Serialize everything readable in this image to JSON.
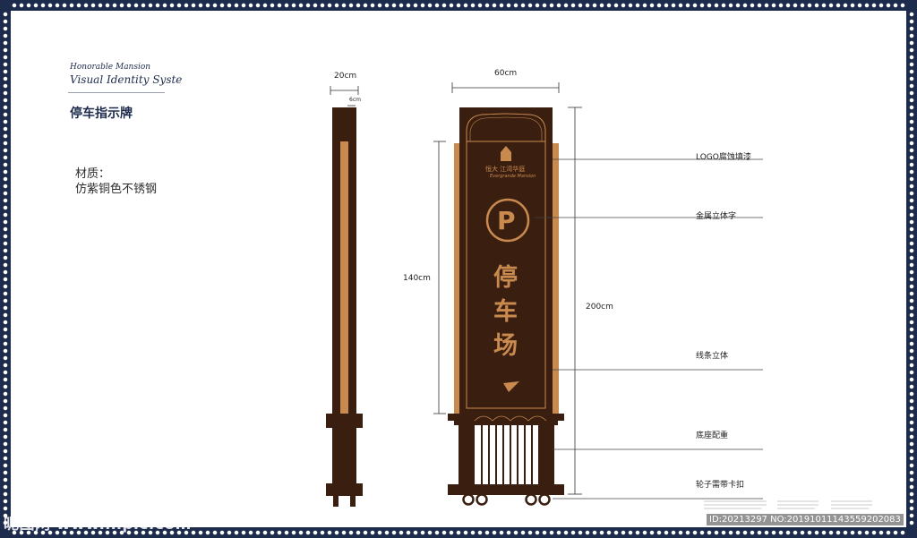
{
  "brand": {
    "line1": "Honorable Mansion",
    "line2": "Visual Identity Syste"
  },
  "page_title": "停车指示牌",
  "material": {
    "label": "材质：",
    "value": "仿紫铜色不锈钢"
  },
  "dimensions": {
    "side_width": "20cm",
    "side_inner": "6cm",
    "front_width": "60cm",
    "panel_height": "140cm",
    "total_height": "200cm"
  },
  "sign": {
    "logo_cn": "恒大 江湾华庭",
    "logo_en": "Evergrande Mansion",
    "parking_symbol": "P",
    "chars": [
      "停",
      "车",
      "场"
    ]
  },
  "callouts": [
    "LOGO腐蚀填漆",
    "金属立体字",
    "线条立体",
    "底座配重",
    "轮子需带卡扣"
  ],
  "colors": {
    "frame": "#1d2b4c",
    "sign_body": "#3a1f10",
    "copper": "#c98a4f"
  },
  "watermark": "昵图网 www.nipic.com",
  "id_line": "ID:20213297 NO:20191011143559202083"
}
